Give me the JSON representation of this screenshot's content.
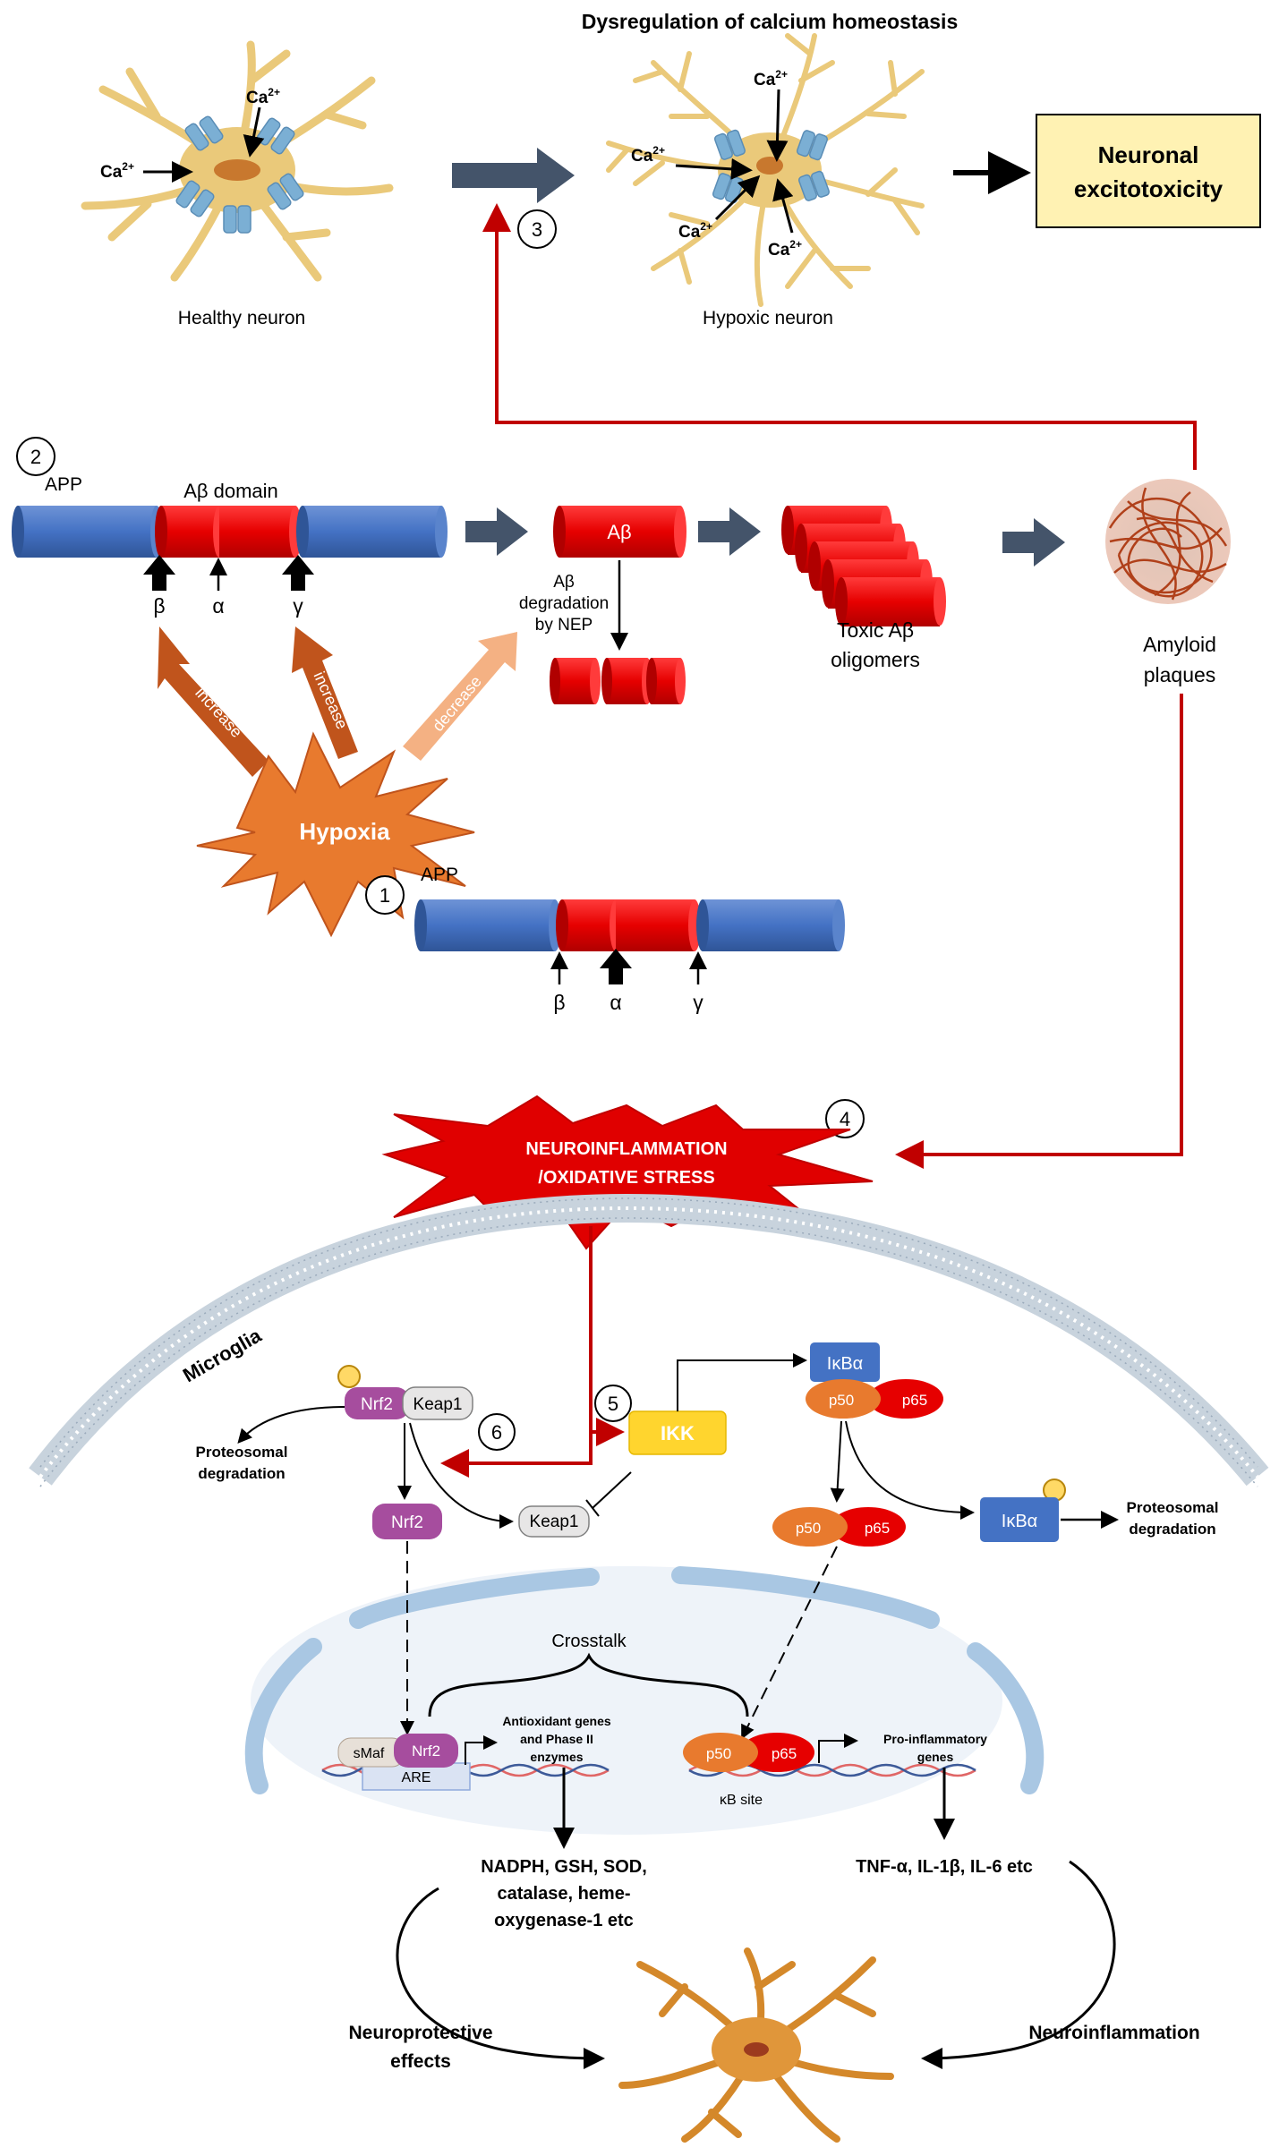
{
  "top": {
    "title": "Dysregulation of calcium homeostasis",
    "healthy_label": "Healthy neuron",
    "hypoxic_label": "Hypoxic neuron",
    "ca": "Ca",
    "ca_sup": "2+",
    "excitotoxicity": [
      "Neuronal",
      "excitotoxicity"
    ]
  },
  "steps": {
    "s1": "1",
    "s2": "2",
    "s3": "3",
    "s4": "4",
    "s5": "5",
    "s6": "6"
  },
  "app": {
    "label": "APP",
    "domain": "Aβ domain",
    "beta": "β",
    "alpha": "α",
    "gamma": "γ",
    "abeta": "Aβ",
    "degradation": [
      "Aβ",
      "degradation",
      "by NEP"
    ],
    "oligomers": [
      "Toxic Aβ",
      "oligomers"
    ],
    "plaques": [
      "Amyloid",
      "plaques"
    ],
    "hypoxia": "Hypoxia",
    "increase": "increase",
    "decrease": "decrease"
  },
  "inflammation": {
    "line1": "NEUROINFLAMMATION",
    "line2": "/OXIDATIVE STRESS"
  },
  "microglia": {
    "label": "Microglia",
    "nrf2": "Nrf2",
    "keap1": "Keap1",
    "ikk": "IKK",
    "ikba": "IκBα",
    "p50": "p50",
    "p65": "p65",
    "proteo": [
      "Proteosomal",
      "degradation"
    ],
    "crosstalk": "Crosstalk",
    "smaf": "sMaf",
    "are": "ARE",
    "antioxidant": [
      "Antioxidant genes",
      "and Phase II",
      "enzymes"
    ],
    "proinflammatory": [
      "Pro-inflammatory",
      "genes"
    ],
    "kb_site": "κB site",
    "enzymes": [
      "NADPH, GSH, SOD,",
      "catalase, heme-",
      "oxygenase-1 etc"
    ],
    "cytokines": "TNF-α, IL-1β, IL-6 etc",
    "neuroprotective": [
      "Neuroprotective",
      "effects"
    ],
    "neuroinflammation": "Neuroinflammation"
  },
  "colors": {
    "blue": "#4472C4",
    "red": "#E60000",
    "dark_red": "#C00000",
    "neuron": "#EAC97A",
    "slate": "#44546A",
    "box_yellow": "#FFF2B3",
    "orange": "#E87A2E"
  }
}
